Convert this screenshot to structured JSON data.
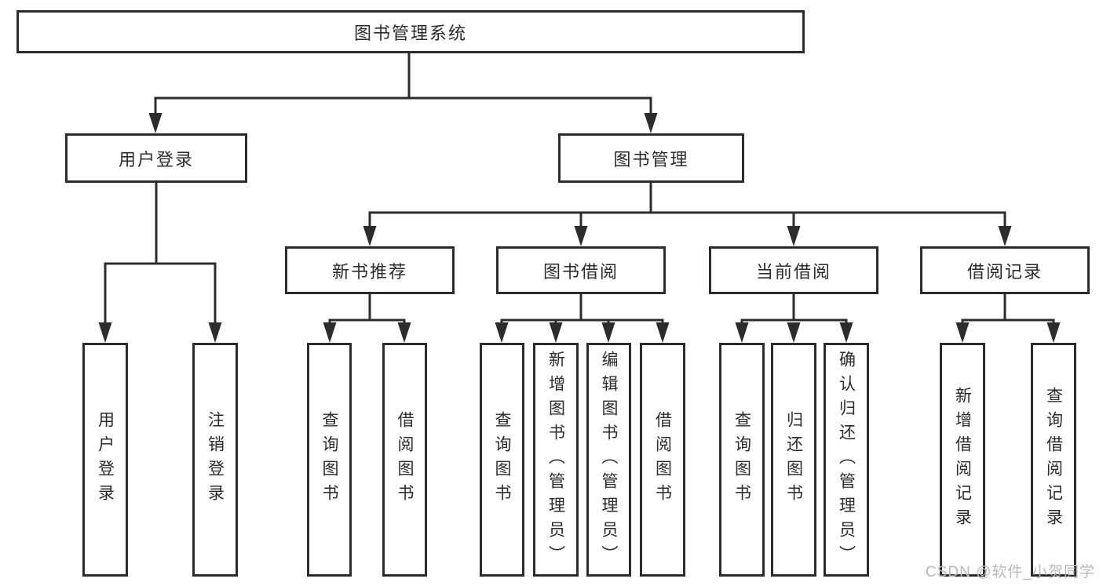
{
  "diagram": {
    "colors": {
      "line": "#2c2c2c",
      "text": "#2b2b2b",
      "background": "#ffffff",
      "watermark_text": "#b9b9bd"
    },
    "tree": {
      "root": {
        "label": "图书管理系统"
      },
      "branches": [
        {
          "label": "用户登录",
          "leaves": [
            "用户登录",
            "注销登录"
          ]
        },
        {
          "label": "图书管理",
          "groups": [
            {
              "label": "新书推荐",
              "leaves": [
                "查询图书",
                "借阅图书"
              ]
            },
            {
              "label": "图书借阅",
              "leaves": [
                "查询图书",
                "新增图书（管理员）",
                "编辑图书（管理员）",
                "借阅图书"
              ]
            },
            {
              "label": "当前借阅",
              "leaves": [
                "查询图书",
                "归还图书",
                "确认归还（管理员）"
              ]
            },
            {
              "label": "借阅记录",
              "leaves": [
                "新增借阅记录",
                "查询借阅记录"
              ]
            }
          ]
        }
      ]
    },
    "watermark": {
      "text": "CSDN @软件_小贺同学"
    }
  }
}
